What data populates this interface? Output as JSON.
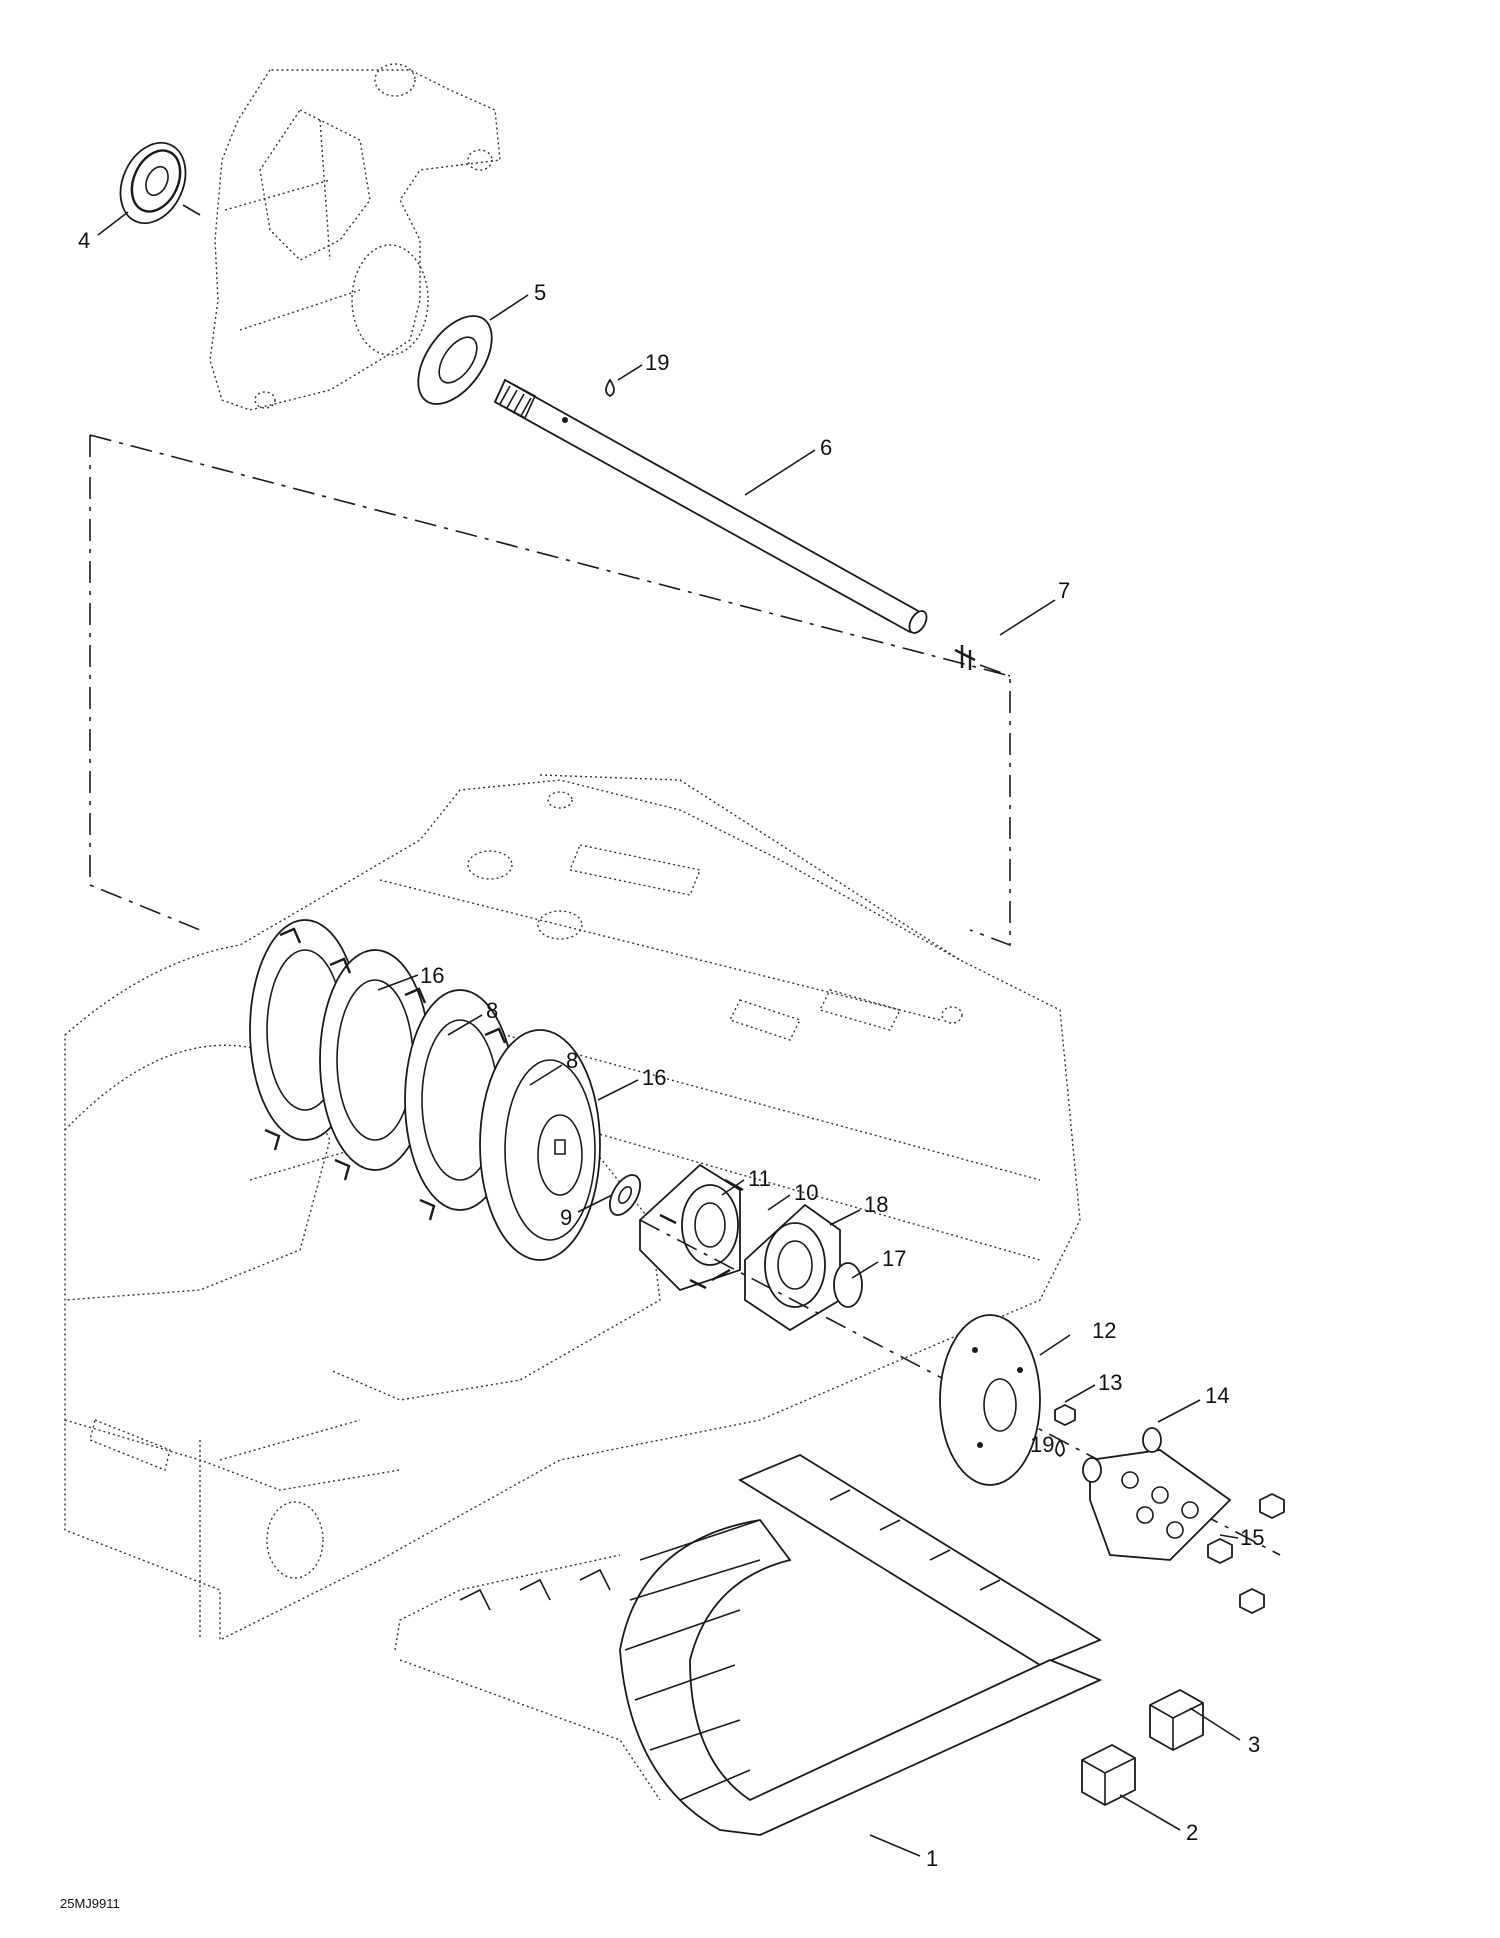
{
  "diagram": {
    "code": "25MJ9911",
    "callouts": [
      {
        "id": "c4",
        "text": "4"
      },
      {
        "id": "c5",
        "text": "5"
      },
      {
        "id": "c19a",
        "text": "19"
      },
      {
        "id": "c6",
        "text": "6"
      },
      {
        "id": "c7",
        "text": "7"
      },
      {
        "id": "c16a",
        "text": "16"
      },
      {
        "id": "c8a",
        "text": "8"
      },
      {
        "id": "c8b",
        "text": "8"
      },
      {
        "id": "c16b",
        "text": "16"
      },
      {
        "id": "c11",
        "text": "11"
      },
      {
        "id": "c10",
        "text": "10"
      },
      {
        "id": "c18",
        "text": "18"
      },
      {
        "id": "c9",
        "text": "9"
      },
      {
        "id": "c17",
        "text": "17"
      },
      {
        "id": "c12",
        "text": "12"
      },
      {
        "id": "c13",
        "text": "13"
      },
      {
        "id": "c14",
        "text": "14"
      },
      {
        "id": "c19b",
        "text": "19"
      },
      {
        "id": "c15",
        "text": "15"
      },
      {
        "id": "c3",
        "text": "3"
      },
      {
        "id": "c2",
        "text": "2"
      },
      {
        "id": "c1",
        "text": "1"
      }
    ]
  }
}
